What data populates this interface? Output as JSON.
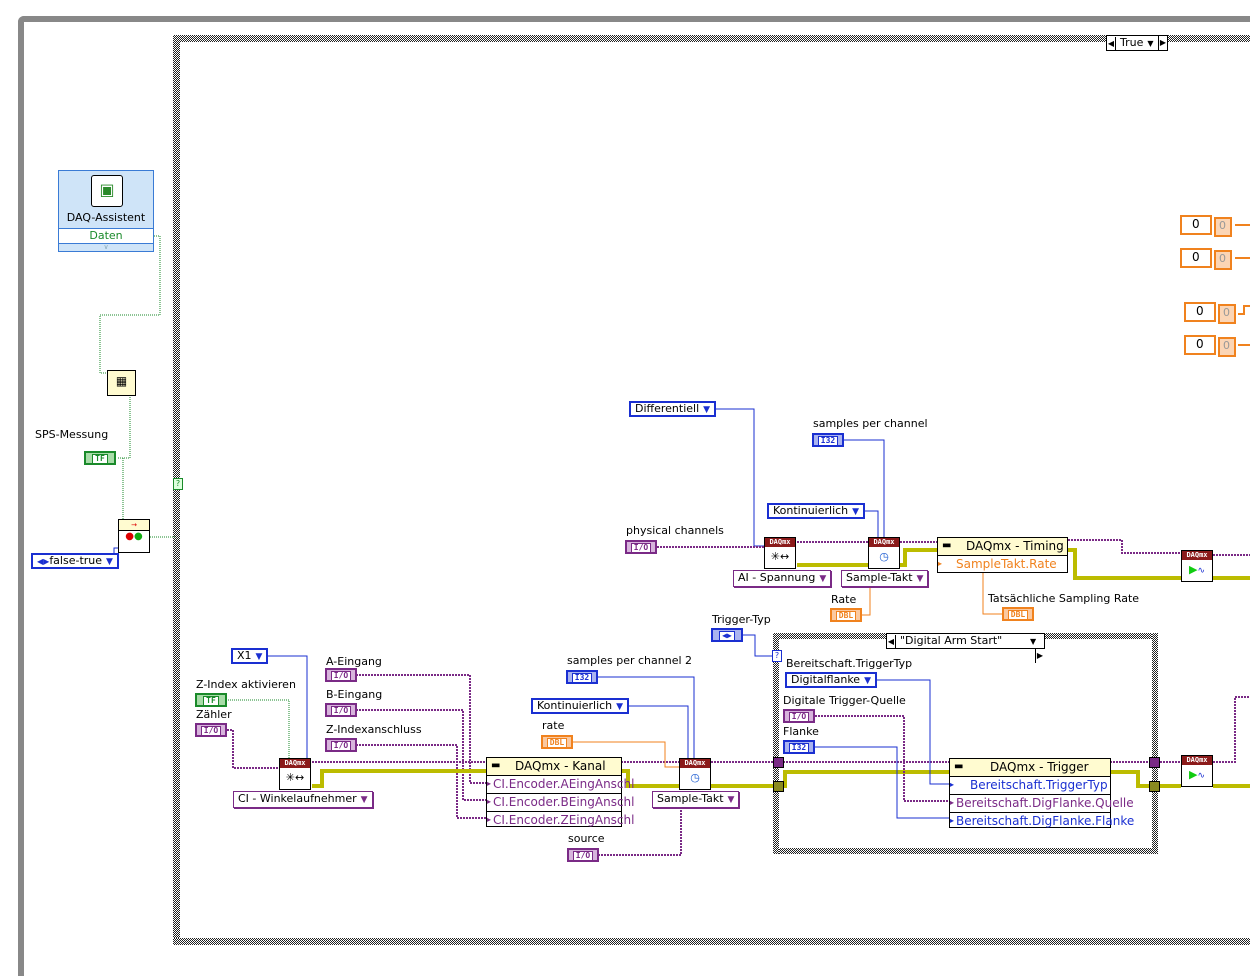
{
  "outer_case": {
    "selector_value": "True"
  },
  "daq_assistant": {
    "title": "DAQ-Assistent",
    "output": "Daten"
  },
  "left": {
    "sps_label": "SPS-Messung",
    "sps_terminal": "TF",
    "false_true_enum": "false-true"
  },
  "numerics": [
    {
      "control": "0",
      "indicator": "0"
    },
    {
      "control": "0",
      "indicator": "0"
    },
    {
      "control": "0",
      "indicator": "0"
    },
    {
      "control": "0",
      "indicator": "0"
    }
  ],
  "ai_task": {
    "differential_enum": "Differentiell",
    "samples_label": "samples per channel",
    "samples_terminal": "I32",
    "continuous_enum": "Kontinuierlich",
    "physical_channels_label": "physical channels",
    "physical_channels_terminal": "I/O",
    "create_channel_header": "DAQmx",
    "timing_header": "DAQmx",
    "ai_voltage_ring": "AI - Spannung",
    "sample_clock_ring": "Sample-Takt",
    "rate_label": "Rate",
    "rate_terminal": "DBL",
    "timing_node": {
      "title": "DAQmx - Timing",
      "rows": [
        "SampleTakt.Rate"
      ]
    },
    "actual_rate_label": "Tatsächliche Sampling Rate",
    "actual_rate_terminal": "DBL",
    "start_header": "DAQmx"
  },
  "ci_task": {
    "x1_enum": "X1",
    "z_index_label": "Z-Index aktivieren",
    "z_index_terminal": "TF",
    "counter_label": "Zähler",
    "counter_terminal": "I/O",
    "a_input_label": "A-Eingang",
    "b_input_label": "B-Eingang",
    "z_index_connection_label": "Z-Indexanschluss",
    "io_terminal": "I/O",
    "create_channel_header": "DAQmx",
    "angular_encoder_ring": "CI - Winkelaufnehmer",
    "channel_node": {
      "title": "DAQmx - Kanal",
      "rows": [
        "CI.Encoder.AEingAnschl",
        "CI.Encoder.BEingAnschl",
        "CI.Encoder.ZEingAnschl"
      ]
    },
    "samples2_label": "samples per channel 2",
    "samples2_terminal": "I32",
    "continuous_enum": "Kontinuierlich",
    "rate_label": "rate",
    "rate_terminal": "DBL",
    "timing_header": "DAQmx",
    "sample_clock_ring": "Sample-Takt",
    "source_label": "source",
    "source_terminal": "I/O",
    "start_header": "DAQmx"
  },
  "trigger": {
    "trigger_type_label": "Trigger-Typ",
    "case_selector": "\"Digital Arm Start\"",
    "trigger_type_prop_label": "Bereitschaft.TriggerTyp",
    "digital_edge_enum": "Digitalflanke",
    "digital_source_label": "Digitale Trigger-Quelle",
    "digital_source_terminal": "I/O",
    "edge_label": "Flanke",
    "edge_terminal": "I32",
    "trigger_node": {
      "title": "DAQmx - Trigger",
      "rows": [
        "Bereitschaft.TriggerTyp",
        "Bereitschaft.DigFlanke.Quelle",
        "Bereitschaft.DigFlanke.Flanke"
      ]
    }
  },
  "colors": {
    "wire_blue": "#1a2fd1",
    "wire_purple": "#7a2a86",
    "wire_orange": "#f0821e",
    "wire_green": "#1a8a2a",
    "task_wire": "#c8c800"
  }
}
